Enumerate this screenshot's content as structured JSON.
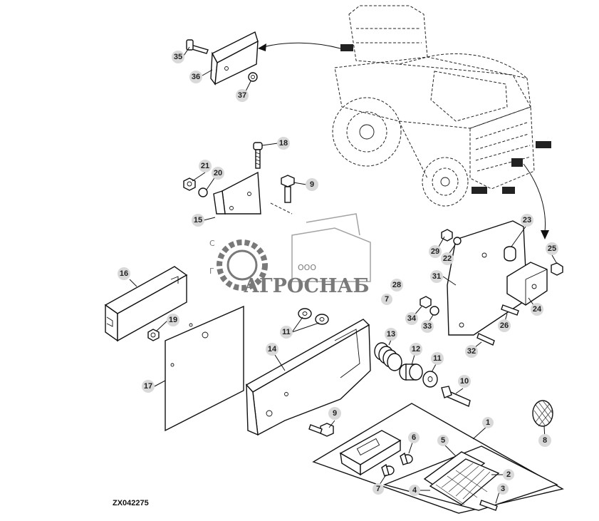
{
  "diagram": {
    "figure_id": "ZX042275",
    "watermark": {
      "company_prefix": "ООО",
      "company_name": "АГРОСНАБ"
    },
    "callouts": [
      "35",
      "36",
      "37",
      "18",
      "21",
      "20",
      "9",
      "15",
      "16",
      "19",
      "17",
      "11",
      "14",
      "9",
      "13",
      "12",
      "11",
      "10",
      "28",
      "7",
      "23",
      "25",
      "29",
      "22",
      "31",
      "34",
      "33",
      "24",
      "26",
      "32",
      "1",
      "5",
      "6",
      "7",
      "2",
      "4",
      "3",
      "8"
    ]
  }
}
